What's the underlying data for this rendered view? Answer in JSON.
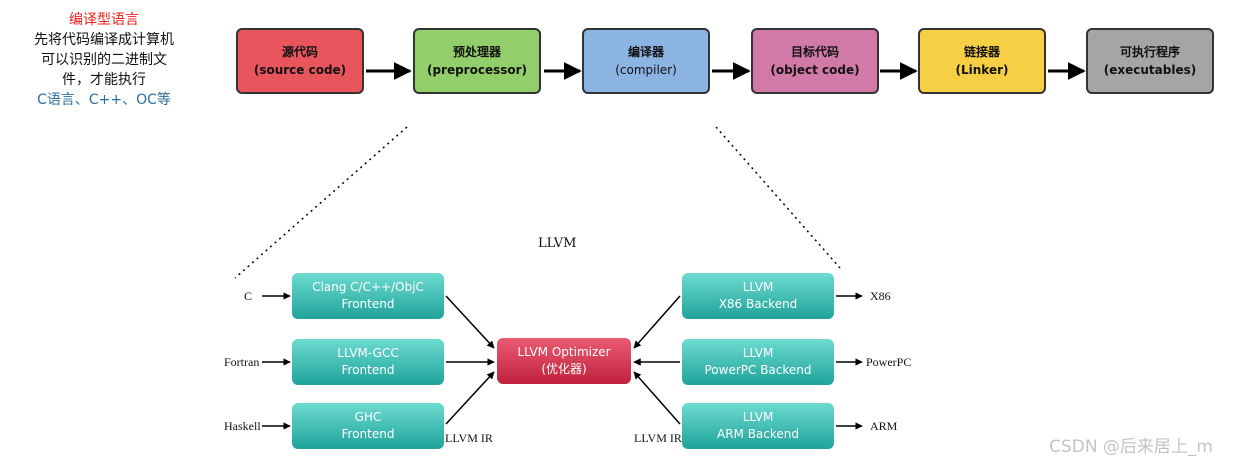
{
  "intro": {
    "heading": "编译型语言",
    "line1": "先将代码编译成计算机",
    "line2": "可以识别的二进制文",
    "line3": "件，才能执行",
    "examples": "C语言、C++、OC等"
  },
  "pipeline": [
    {
      "title": "源代码",
      "subtitle": "(source code)",
      "color": "#e8555c"
    },
    {
      "title": "预处理器",
      "subtitle": "(preprocessor)",
      "color": "#92cf6a"
    },
    {
      "title": "编译器",
      "subtitle": "(compiler)",
      "color": "#8cb4e2"
    },
    {
      "title": "目标代码",
      "subtitle": "(object code)",
      "color": "#d27aa7"
    },
    {
      "title": "链接器",
      "subtitle": "(Linker)",
      "color": "#f6cf44"
    },
    {
      "title": "可执行程序",
      "subtitle": "(executables)",
      "color": "#a5a5a5"
    }
  ],
  "llvm": {
    "title": "LLVM",
    "inputs": [
      "C",
      "Fortran",
      "Haskell"
    ],
    "frontends": [
      {
        "line1": "Clang C/C++/ObjC",
        "line2": "Frontend"
      },
      {
        "line1": "LLVM-GCC",
        "line2": "Frontend"
      },
      {
        "line1": "GHC",
        "line2": "Frontend"
      }
    ],
    "optimizer": {
      "line1": "LLVM Optimizer",
      "line2": "(优化器)"
    },
    "backends": [
      {
        "line1": "LLVM",
        "line2": "X86 Backend"
      },
      {
        "line1": "LLVM",
        "line2": "PowerPC Backend"
      },
      {
        "line1": "LLVM",
        "line2": "ARM Backend"
      }
    ],
    "outputs": [
      "X86",
      "PowerPC",
      "ARM"
    ],
    "ir_left": "LLVM IR",
    "ir_right": "LLVM IR"
  },
  "watermark": "CSDN @后来居上_m"
}
